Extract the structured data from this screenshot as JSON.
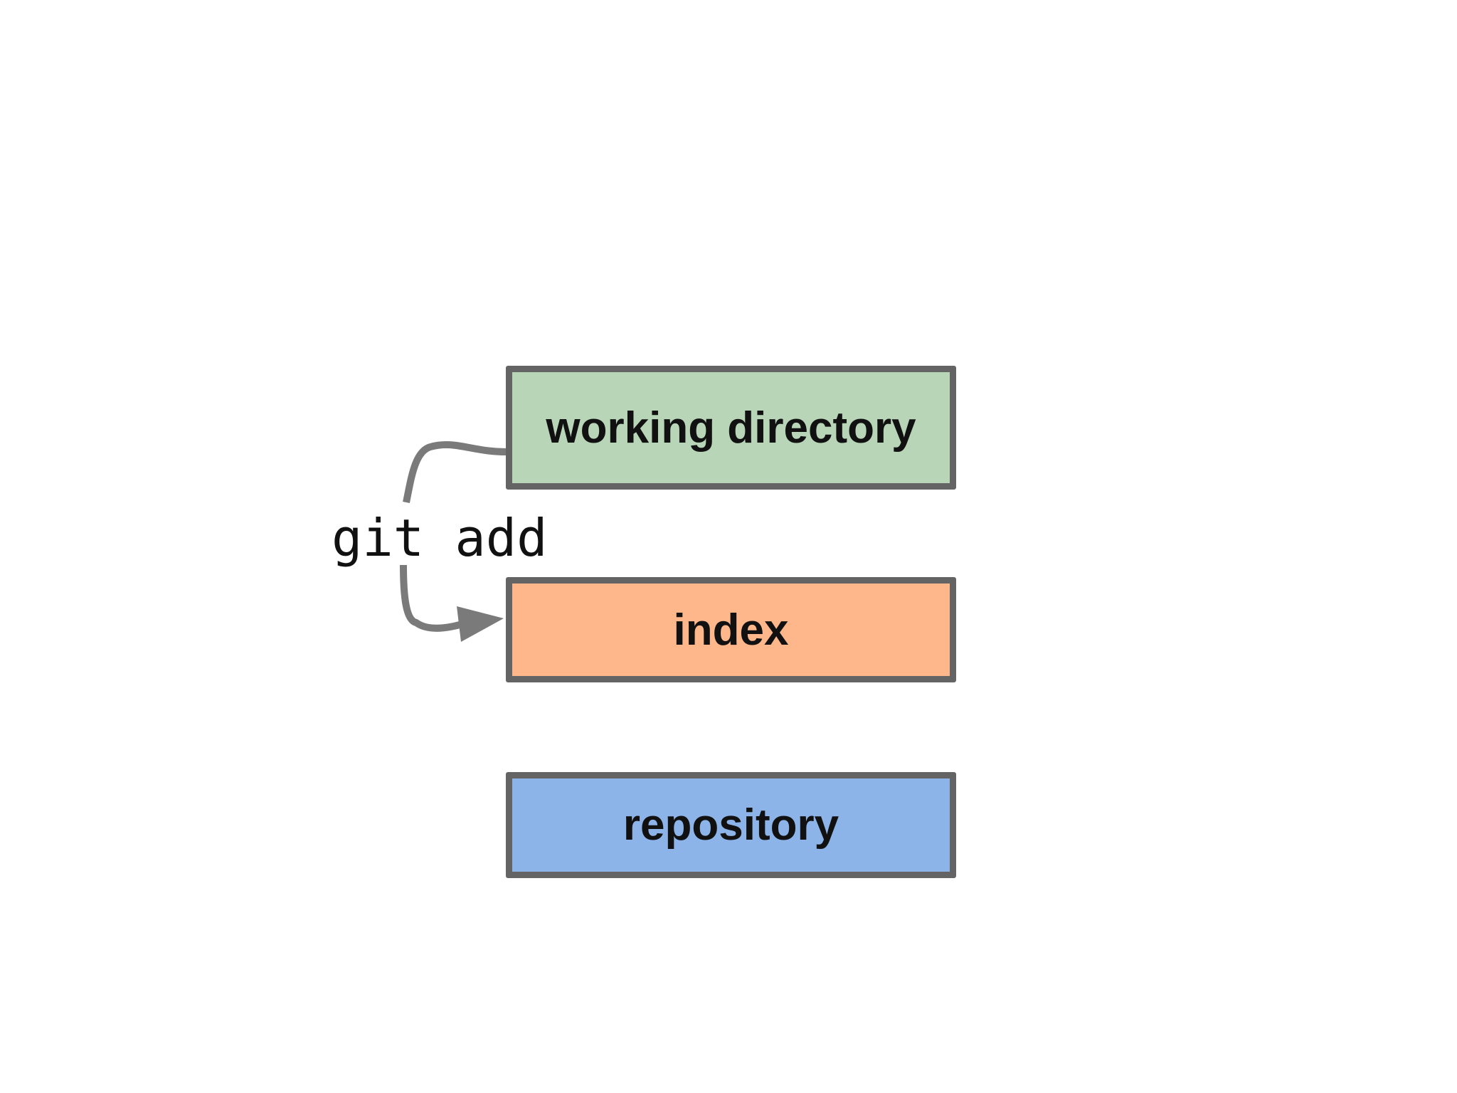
{
  "diagram": {
    "areas": [
      {
        "id": "working",
        "label": "working directory",
        "color": "#b8d5b8"
      },
      {
        "id": "index",
        "label": "index",
        "color": "#fdb78b"
      },
      {
        "id": "repo",
        "label": "repository",
        "color": "#8db4e9"
      }
    ],
    "arrow": {
      "label": "git add",
      "from": "working directory",
      "to": "index",
      "color": "#7a7a7a"
    },
    "border_color": "#646464"
  }
}
